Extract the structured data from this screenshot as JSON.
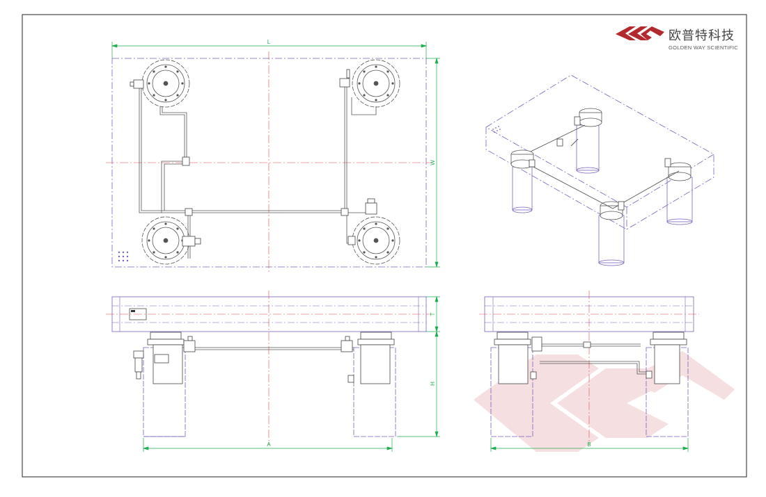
{
  "logo": {
    "name_cn": "欧普特科技",
    "name_en": "GOLDEN WAY SCIENTIFIC",
    "icon": "gw-logo-mark-icon",
    "brand_color": "#b22a2e"
  },
  "dimensions": {
    "length": "L",
    "width": "W",
    "thickness": "T",
    "height": "H",
    "span_a": "A",
    "span_b": "B"
  },
  "colors": {
    "outline": "#7a5fbf",
    "pipe": "#555555",
    "centerline": "#e04848",
    "dimension": "#1fae4e",
    "watermark": "#f6dfe0",
    "border": "#222222"
  }
}
